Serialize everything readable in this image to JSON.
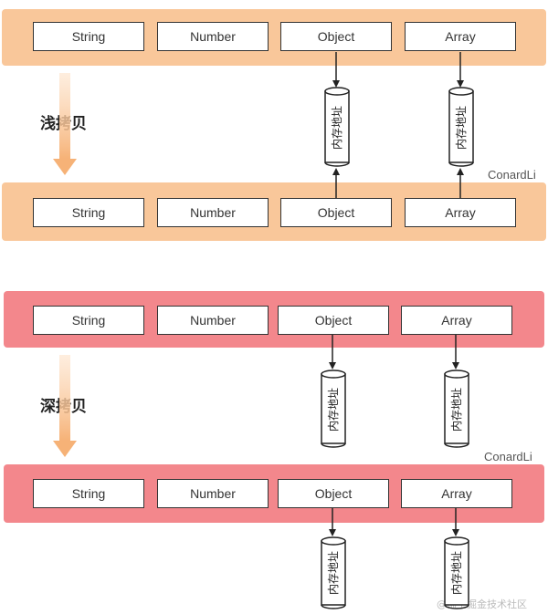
{
  "types": [
    "String",
    "Number",
    "Object",
    "Array"
  ],
  "memory_label": "内存地址",
  "shallow": {
    "label": "浅拷贝",
    "author": "ConardLi",
    "color": "#f9c79a"
  },
  "deep": {
    "label": "深拷贝",
    "author": "ConardLi",
    "color": "#f3878c"
  },
  "footer": "@稀土掘金技术社区"
}
